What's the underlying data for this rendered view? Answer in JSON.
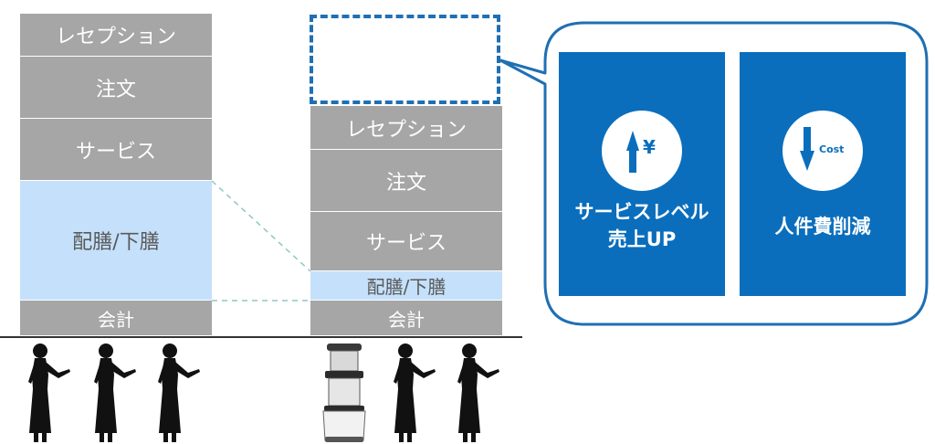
{
  "left_column": {
    "segments": [
      {
        "label": "レセプション"
      },
      {
        "label": "注文"
      },
      {
        "label": "サービス"
      },
      {
        "label": "配膳/下膳"
      },
      {
        "label": "会計"
      }
    ]
  },
  "right_column": {
    "segments": [
      {
        "label": "レセプション"
      },
      {
        "label": "注文"
      },
      {
        "label": "サービス"
      },
      {
        "label": "配膳/下膳"
      },
      {
        "label": "会計"
      }
    ]
  },
  "callout": {
    "card_left": {
      "icon": "arrow-up-yen-icon",
      "icon_text": "¥",
      "line1": "サービスレベル",
      "line2": "売上UP"
    },
    "card_right": {
      "icon": "arrow-down-cost-icon",
      "icon_text": "Cost",
      "line1": "人件費削減"
    }
  },
  "colors": {
    "segment_gray": "#a6a6a6",
    "segment_blue": "#c5e0fa",
    "accent_blue": "#0a6ebd",
    "dash_blue": "#1f6fb4",
    "connector_teal": "#8fc7c2"
  }
}
